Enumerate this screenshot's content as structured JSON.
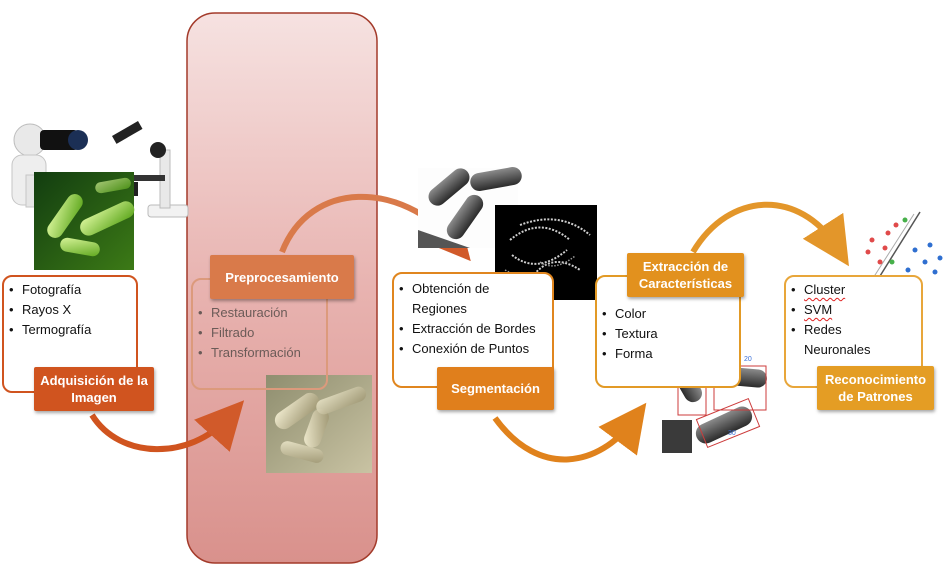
{
  "stages": [
    {
      "title": "Adquisición de la Imagen",
      "items": [
        "Fotografía",
        "Rayos X",
        "Termografía"
      ],
      "color": "#d0541f"
    },
    {
      "title": "Preprocesamiento",
      "items": [
        "Restauración",
        "Filtrado",
        "Transformación"
      ],
      "color": "#d97a4a"
    },
    {
      "title": "Segmentación",
      "items": [
        "Obtención de Regiones",
        "Extracción de Bordes",
        "Conexión de Puntos"
      ],
      "color": "#e07f1c"
    },
    {
      "title": "Extracción de Características",
      "items": [
        "Color",
        "Textura",
        "Forma"
      ],
      "color": "#e2911e"
    },
    {
      "title": "Reconocimiento de Patrones",
      "items": [
        "Cluster",
        "SVM",
        "Redes Neuronales"
      ],
      "color": "#e49d24"
    }
  ],
  "feature_labels": [
    "30",
    "20",
    "30"
  ],
  "colors": {
    "preprocess_panel": "#e2a8a4",
    "preprocess_border": "#a33a2a",
    "box_border_acq": "#d0541f",
    "box_border_pre": "#dc9a7c",
    "box_border_seg": "#e0861f",
    "box_border_feat": "#e29a26",
    "box_border_rec": "#e8a63a"
  }
}
